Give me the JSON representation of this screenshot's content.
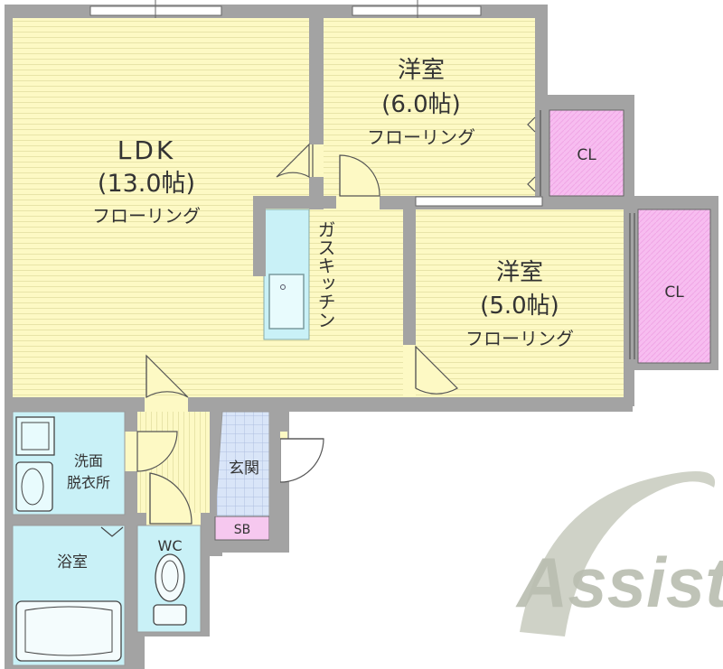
{
  "rooms": {
    "ldk": {
      "name": "LDK",
      "size": "(13.0帖)",
      "floor": "フローリング"
    },
    "western1": {
      "name": "洋室",
      "size": "(6.0帖)",
      "floor": "フローリング"
    },
    "western2": {
      "name": "洋室",
      "size": "(5.0帖)",
      "floor": "フローリング"
    },
    "kitchen": {
      "name": "ガスキッチン"
    },
    "closet1": {
      "name": "CL"
    },
    "closet2": {
      "name": "CL"
    },
    "washroom": {
      "line1": "洗面",
      "line2": "脱衣所"
    },
    "bath": {
      "name": "浴室"
    },
    "wc": {
      "name": "WC"
    },
    "entrance": {
      "name": "玄関"
    },
    "shoebox": {
      "name": "SB"
    }
  },
  "logo": {
    "text": "Assist"
  },
  "colors": {
    "floor": "#fdf9c4",
    "stripe": "#e6e2a4",
    "wall": "#9a9a9a",
    "closet": "#f4b6ee",
    "wet": "#c9f1f7",
    "entrance_tile": "#d6e3f7",
    "shoebox": "#f6c8ef",
    "logo": "#c9ccc0"
  }
}
